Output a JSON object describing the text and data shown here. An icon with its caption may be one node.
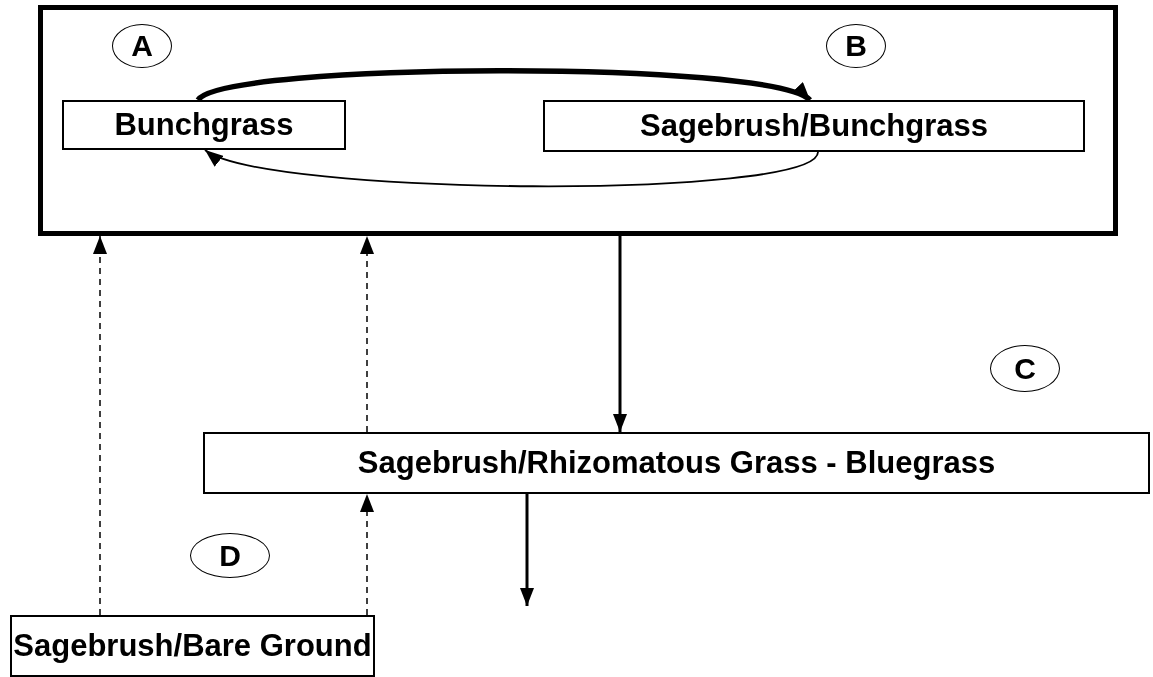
{
  "diagram": {
    "nodes": [
      {
        "text": [],
        "shape": "box"
      },
      {
        "text": [
          "A"
        ],
        "in": 0
      },
      {
        "text": [
          "Bunchgrass"
        ],
        "in": 0
      },
      {
        "text": [
          "B"
        ],
        "in": 0
      },
      {
        "text": [
          "Sagebrush/Bunchgrass"
        ],
        "in": 0
      },
      {
        "text": [
          "C"
        ]
      },
      {
        "text": [
          "Sagebrush/Rhizomatous Grass - Bluegrass"
        ]
      },
      {
        "text": [
          "D"
        ]
      },
      {
        "text": [
          "Sagebrush/Bare Ground"
        ]
      }
    ],
    "edges": [
      {
        "from": 2,
        "to": 4,
        "arrow": "to",
        "style": "thick"
      },
      {
        "from": 4,
        "to": 2,
        "arrow": "to"
      },
      {
        "from": 0,
        "to": 6,
        "arrow": "to"
      },
      {
        "from": 8,
        "to": 0,
        "arrow": "to",
        "style": "dashed"
      },
      {
        "from": 6,
        "to": 0,
        "arrow": "to",
        "style": "dashed"
      },
      {
        "from": 8,
        "to": 6,
        "arrow": "to",
        "style": "dashed"
      },
      {
        "from": 6,
        "to": null,
        "arrow": "to"
      }
    ]
  }
}
